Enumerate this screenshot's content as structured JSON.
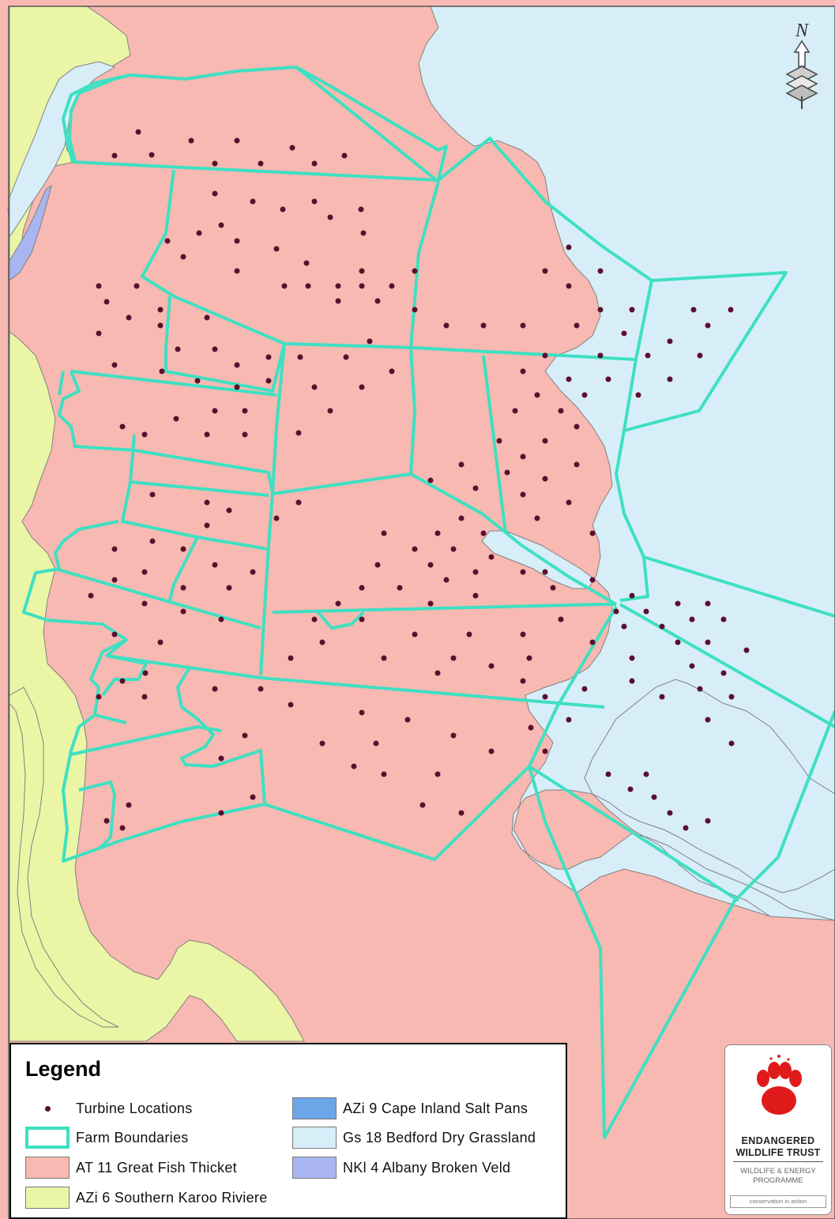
{
  "colors": {
    "great_fish_thicket": "#f7b9b1",
    "karoo_riviere": "#ebf5a6",
    "grassland": "#d7eef9",
    "salt_pans": "#6aa6e8",
    "broken_veld": "#a9b5f0",
    "boundary": "#3ee0c2",
    "turbine": "#5b0f2e"
  },
  "north_arrow": {
    "label": "N",
    "icon": "north-arrow-icon"
  },
  "legend": {
    "title": "Legend",
    "items": [
      {
        "label": "Turbine Locations",
        "symbol": "dot"
      },
      {
        "label": "Farm Boundaries",
        "symbol": "line"
      },
      {
        "label": "AT 11  Great Fish Thicket",
        "symbol": "fill",
        "color": "#f7b9b1"
      },
      {
        "label": "AZi 6  Southern Karoo Riviere",
        "symbol": "fill",
        "color": "#ebf5a6"
      },
      {
        "label": "AZi 9  Cape Inland Salt Pans",
        "symbol": "fill",
        "color": "#6aa6e8"
      },
      {
        "label": "Gs 18  Bedford Dry Grassland",
        "symbol": "fill",
        "color": "#d7eef9"
      },
      {
        "label": "NKl 4  Albany Broken Veld",
        "symbol": "fill",
        "color": "#a9b5f0"
      }
    ]
  },
  "logo": {
    "name_line1": "ENDANGERED",
    "name_line2": "WILDLIFE TRUST",
    "programme_line1": "WILDLIFE & ENERGY",
    "programme_line2": "PROGRAMME",
    "tagline": "conservation in action",
    "icon": "paw-print-icon"
  }
}
